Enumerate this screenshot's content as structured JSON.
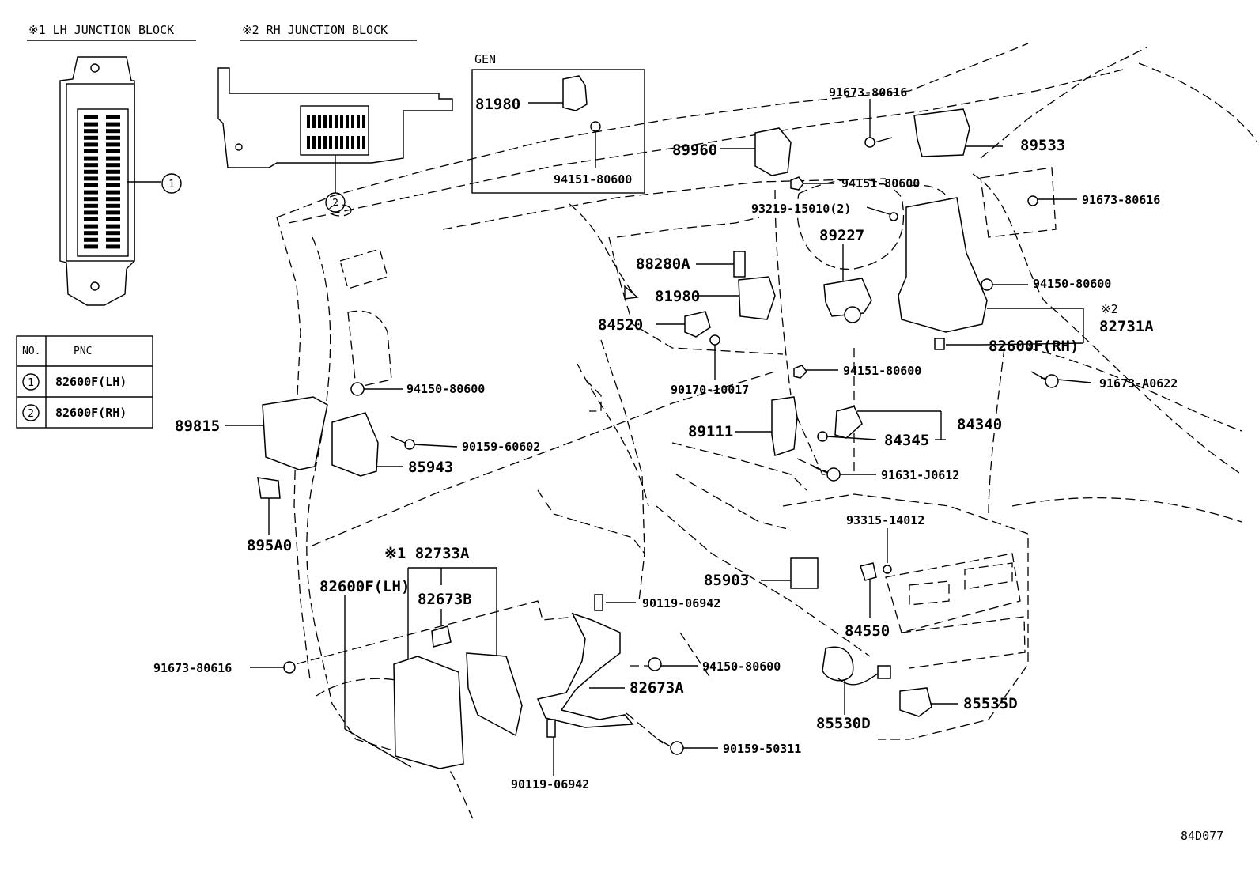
{
  "headers": {
    "lh_block": "※1 LH JUNCTION BLOCK",
    "rh_block": "※2 RH JUNCTION BLOCK",
    "gen": "GEN"
  },
  "table": {
    "col_no": "NO.",
    "col_pnc": "PNC",
    "rows": [
      {
        "no": "1",
        "pnc": "82600F(LH)"
      },
      {
        "no": "2",
        "pnc": "82600F(RH)"
      }
    ]
  },
  "callouts": {
    "c1": "1",
    "c2": "2"
  },
  "parts": {
    "p81980_gen": "81980",
    "p94151_gen": "94151-80600",
    "p89960": "89960",
    "p91673_top": "91673-80616",
    "p89533": "89533",
    "p94151_a": "94151-80600",
    "p91673_r": "91673-80616",
    "p93219": "93219-15010(2)",
    "p89227": "89227",
    "p88280A": "88280A",
    "p81980": "81980",
    "p94150_r": "94150-80600",
    "p_mark2": "※2",
    "p82731A": "82731A",
    "p82600F_rh": "82600F(RH)",
    "p84520": "84520",
    "p91673_a0622": "91673-A0622",
    "p94151_b": "94151-80600",
    "p90170": "90170-10017",
    "p94150_l": "94150-80600",
    "p89815": "89815",
    "p90159_60602": "90159-60602",
    "p85943": "85943",
    "p89111": "89111",
    "p84340": "84340",
    "p84345": "84345",
    "p91631": "91631-J0612",
    "p895A0": "895A0",
    "p93315": "93315-14012",
    "p82733A": "※1 82733A",
    "p82600F_lh": "82600F(LH)",
    "p82673B": "82673B",
    "p85903": "85903",
    "p90119_top": "90119-06942",
    "p84550": "84550",
    "p91673_l": "91673-80616",
    "p94150_b": "94150-80600",
    "p82673A": "82673A",
    "p85535D": "85535D",
    "p85530D": "85530D",
    "p90159_50311": "90159-50311",
    "p90119_bot": "90119-06942",
    "code": "84D077"
  }
}
